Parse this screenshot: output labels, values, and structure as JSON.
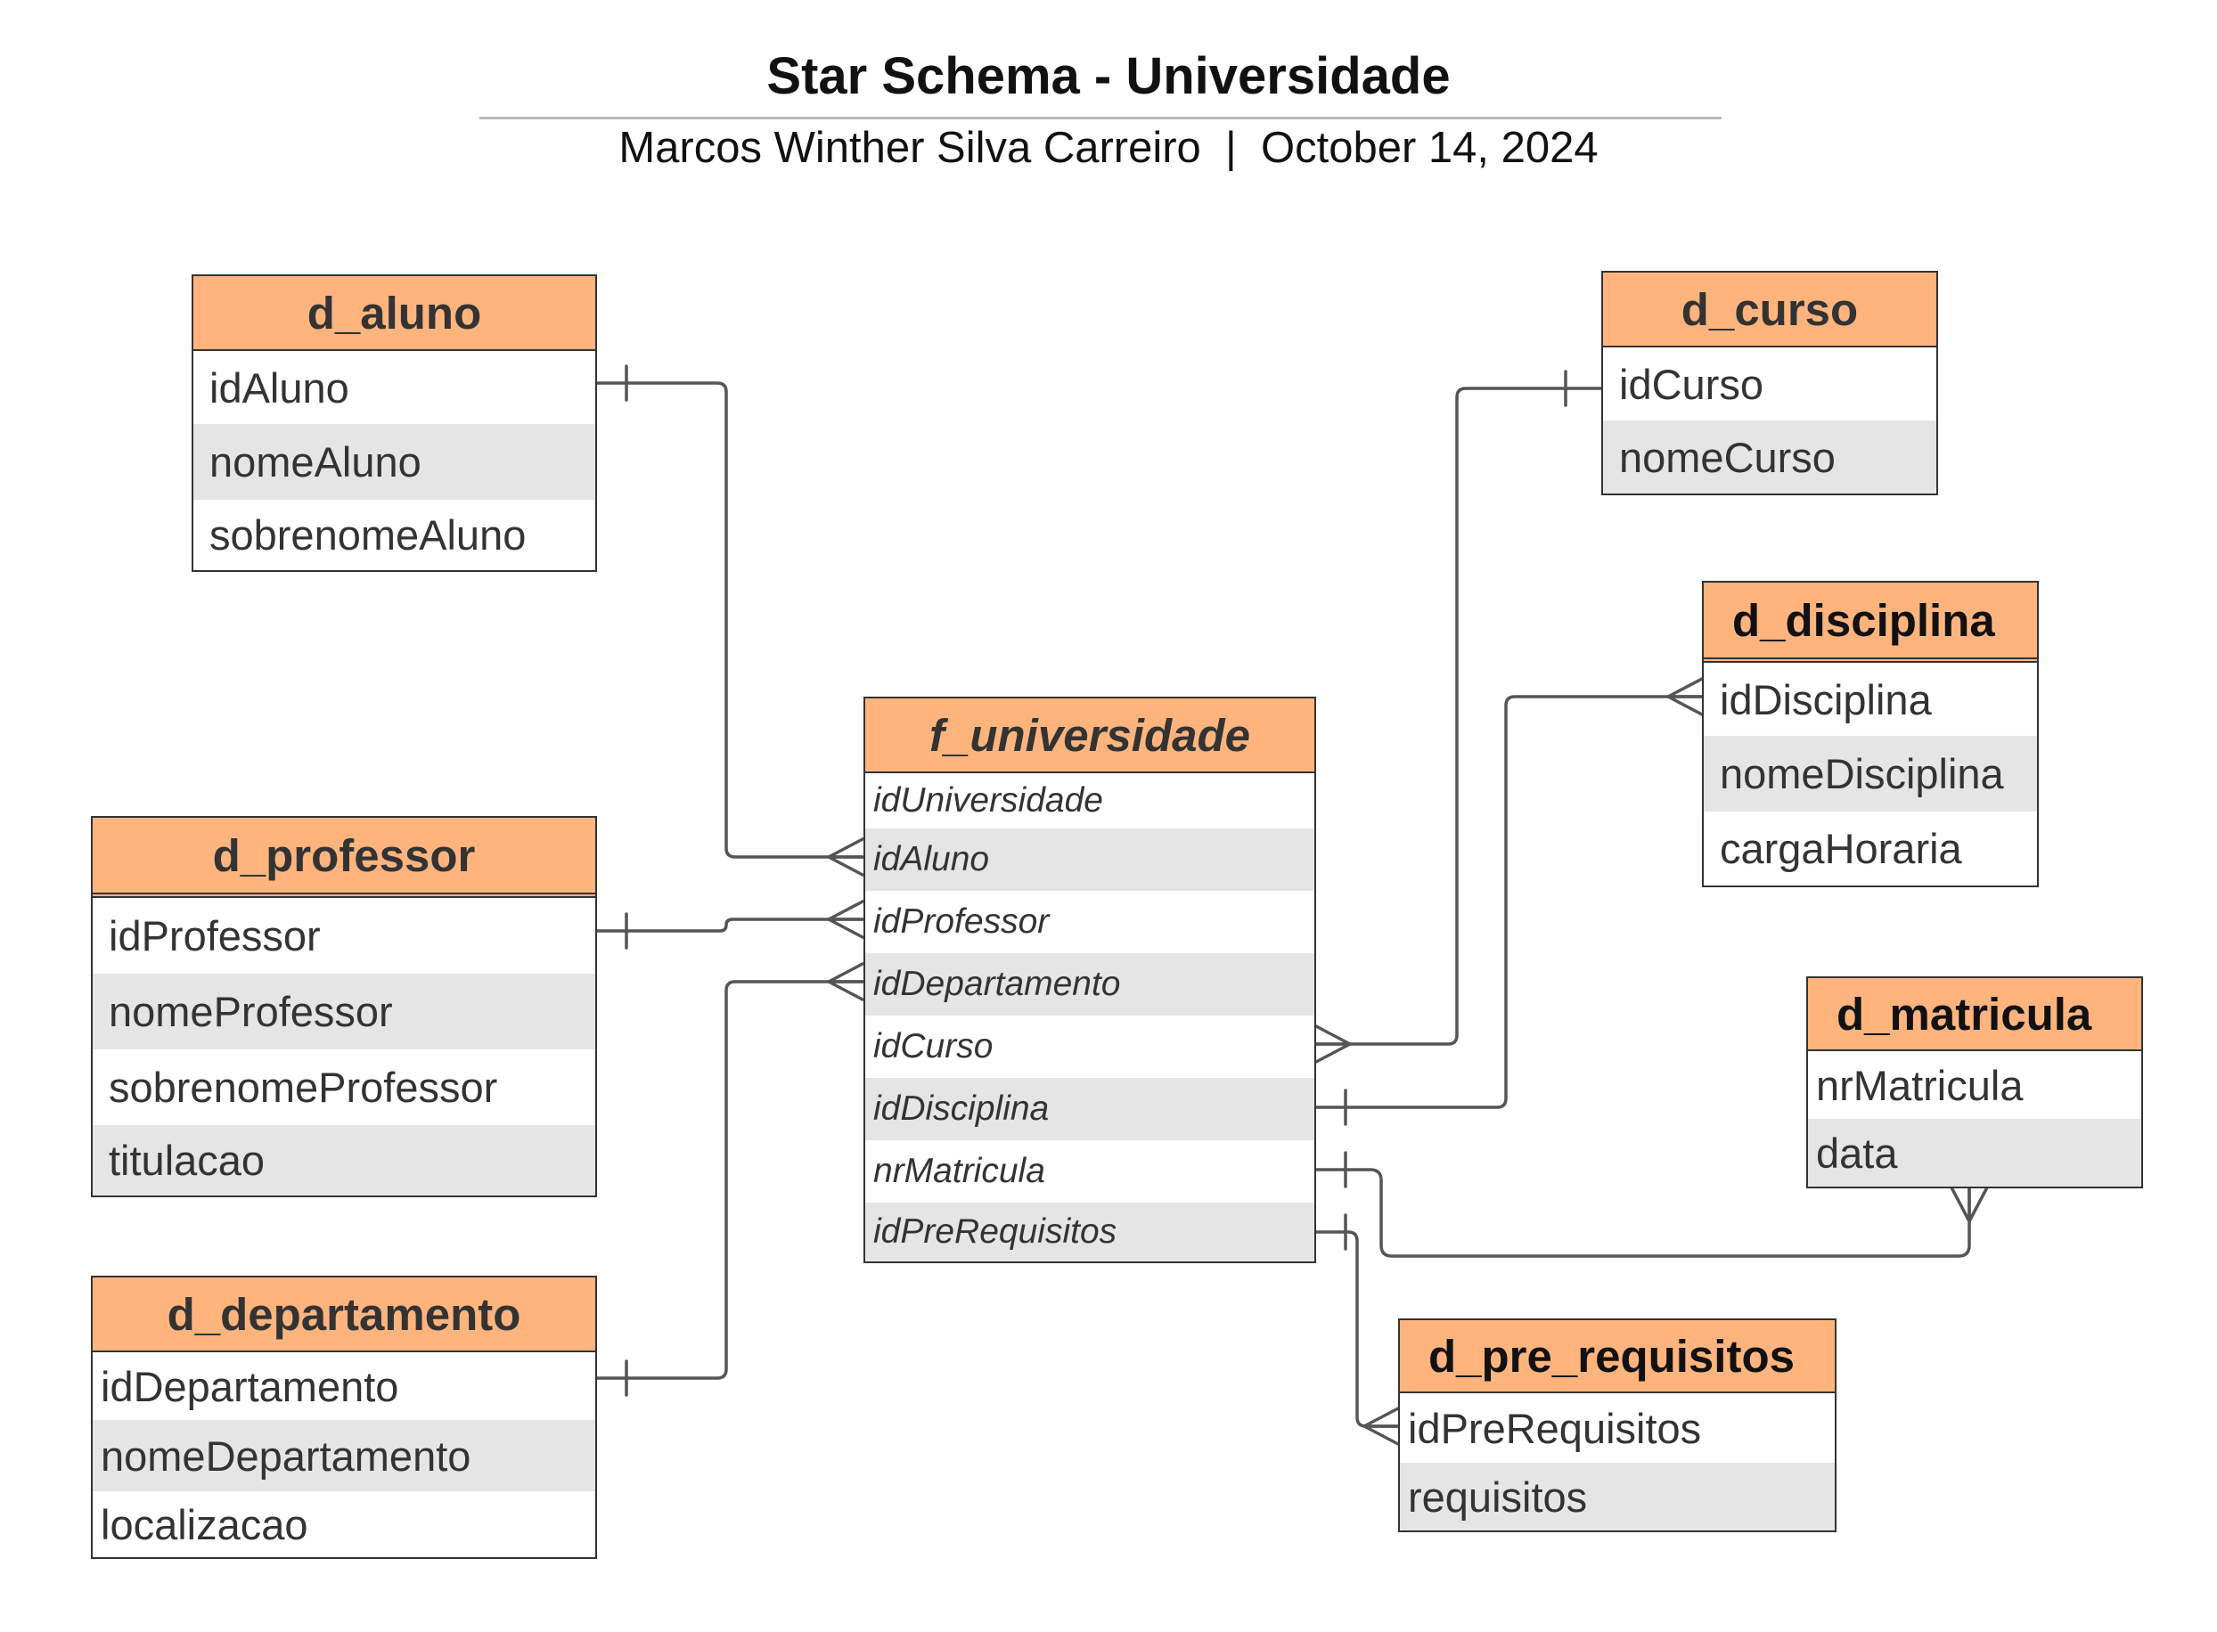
{
  "header": {
    "title": "Star Schema - Universidade",
    "subtitle": "Marcos Winther Silva Carreiro  |  October 14, 2024"
  },
  "colors": {
    "header_fill": "#ffb47e",
    "alt_row": "#e5e5e5",
    "border": "#333333",
    "connector": "#555555"
  },
  "tables": {
    "d_aluno": {
      "name": "d_aluno",
      "fields": [
        "idAluno",
        "nomeAluno",
        "sobrenomeAluno"
      ]
    },
    "d_professor": {
      "name": "d_professor",
      "fields": [
        "idProfessor",
        "nomeProfessor",
        "sobrenomeProfessor",
        "titulacao"
      ]
    },
    "d_departamento": {
      "name": "d_departamento",
      "fields": [
        "idDepartamento",
        "nomeDepartamento",
        "localizacao"
      ]
    },
    "f_universidade": {
      "name": "f_universidade",
      "fields": [
        "idUniversidade",
        "idAluno",
        "idProfessor",
        "idDepartamento",
        "idCurso",
        "idDisciplina",
        "nrMatricula",
        "idPreRequisitos"
      ]
    },
    "d_curso": {
      "name": "d_curso",
      "fields": [
        "idCurso",
        "nomeCurso"
      ]
    },
    "d_disciplina": {
      "name": "d_disciplina",
      "fields": [
        "idDisciplina",
        "nomeDisciplina",
        "cargaHoraria"
      ]
    },
    "d_matricula": {
      "name": "d_matricula",
      "fields": [
        "nrMatricula",
        "data"
      ]
    },
    "d_pre_requisitos": {
      "name": "d_pre_requisitos",
      "fields": [
        "idPreRequisitos",
        "requisitos"
      ]
    }
  },
  "relationships": [
    {
      "from": "d_aluno.idAluno",
      "to": "f_universidade.idAluno",
      "from_end": "one",
      "to_end": "many"
    },
    {
      "from": "d_professor.idProfessor",
      "to": "f_universidade.idProfessor",
      "from_end": "one",
      "to_end": "many"
    },
    {
      "from": "d_departamento.idDepartamento",
      "to": "f_universidade.idDepartamento",
      "from_end": "one",
      "to_end": "many"
    },
    {
      "from": "d_curso.idCurso",
      "to": "f_universidade.idCurso",
      "from_end": "one",
      "to_end": "many"
    },
    {
      "from": "f_universidade.idDisciplina",
      "to": "d_disciplina.idDisciplina",
      "from_end": "one",
      "to_end": "many"
    },
    {
      "from": "f_universidade.nrMatricula",
      "to": "d_matricula",
      "from_end": "one",
      "to_end": "many"
    },
    {
      "from": "f_universidade.idPreRequisitos",
      "to": "d_pre_requisitos.idPreRequisitos",
      "from_end": "one",
      "to_end": "many"
    }
  ]
}
